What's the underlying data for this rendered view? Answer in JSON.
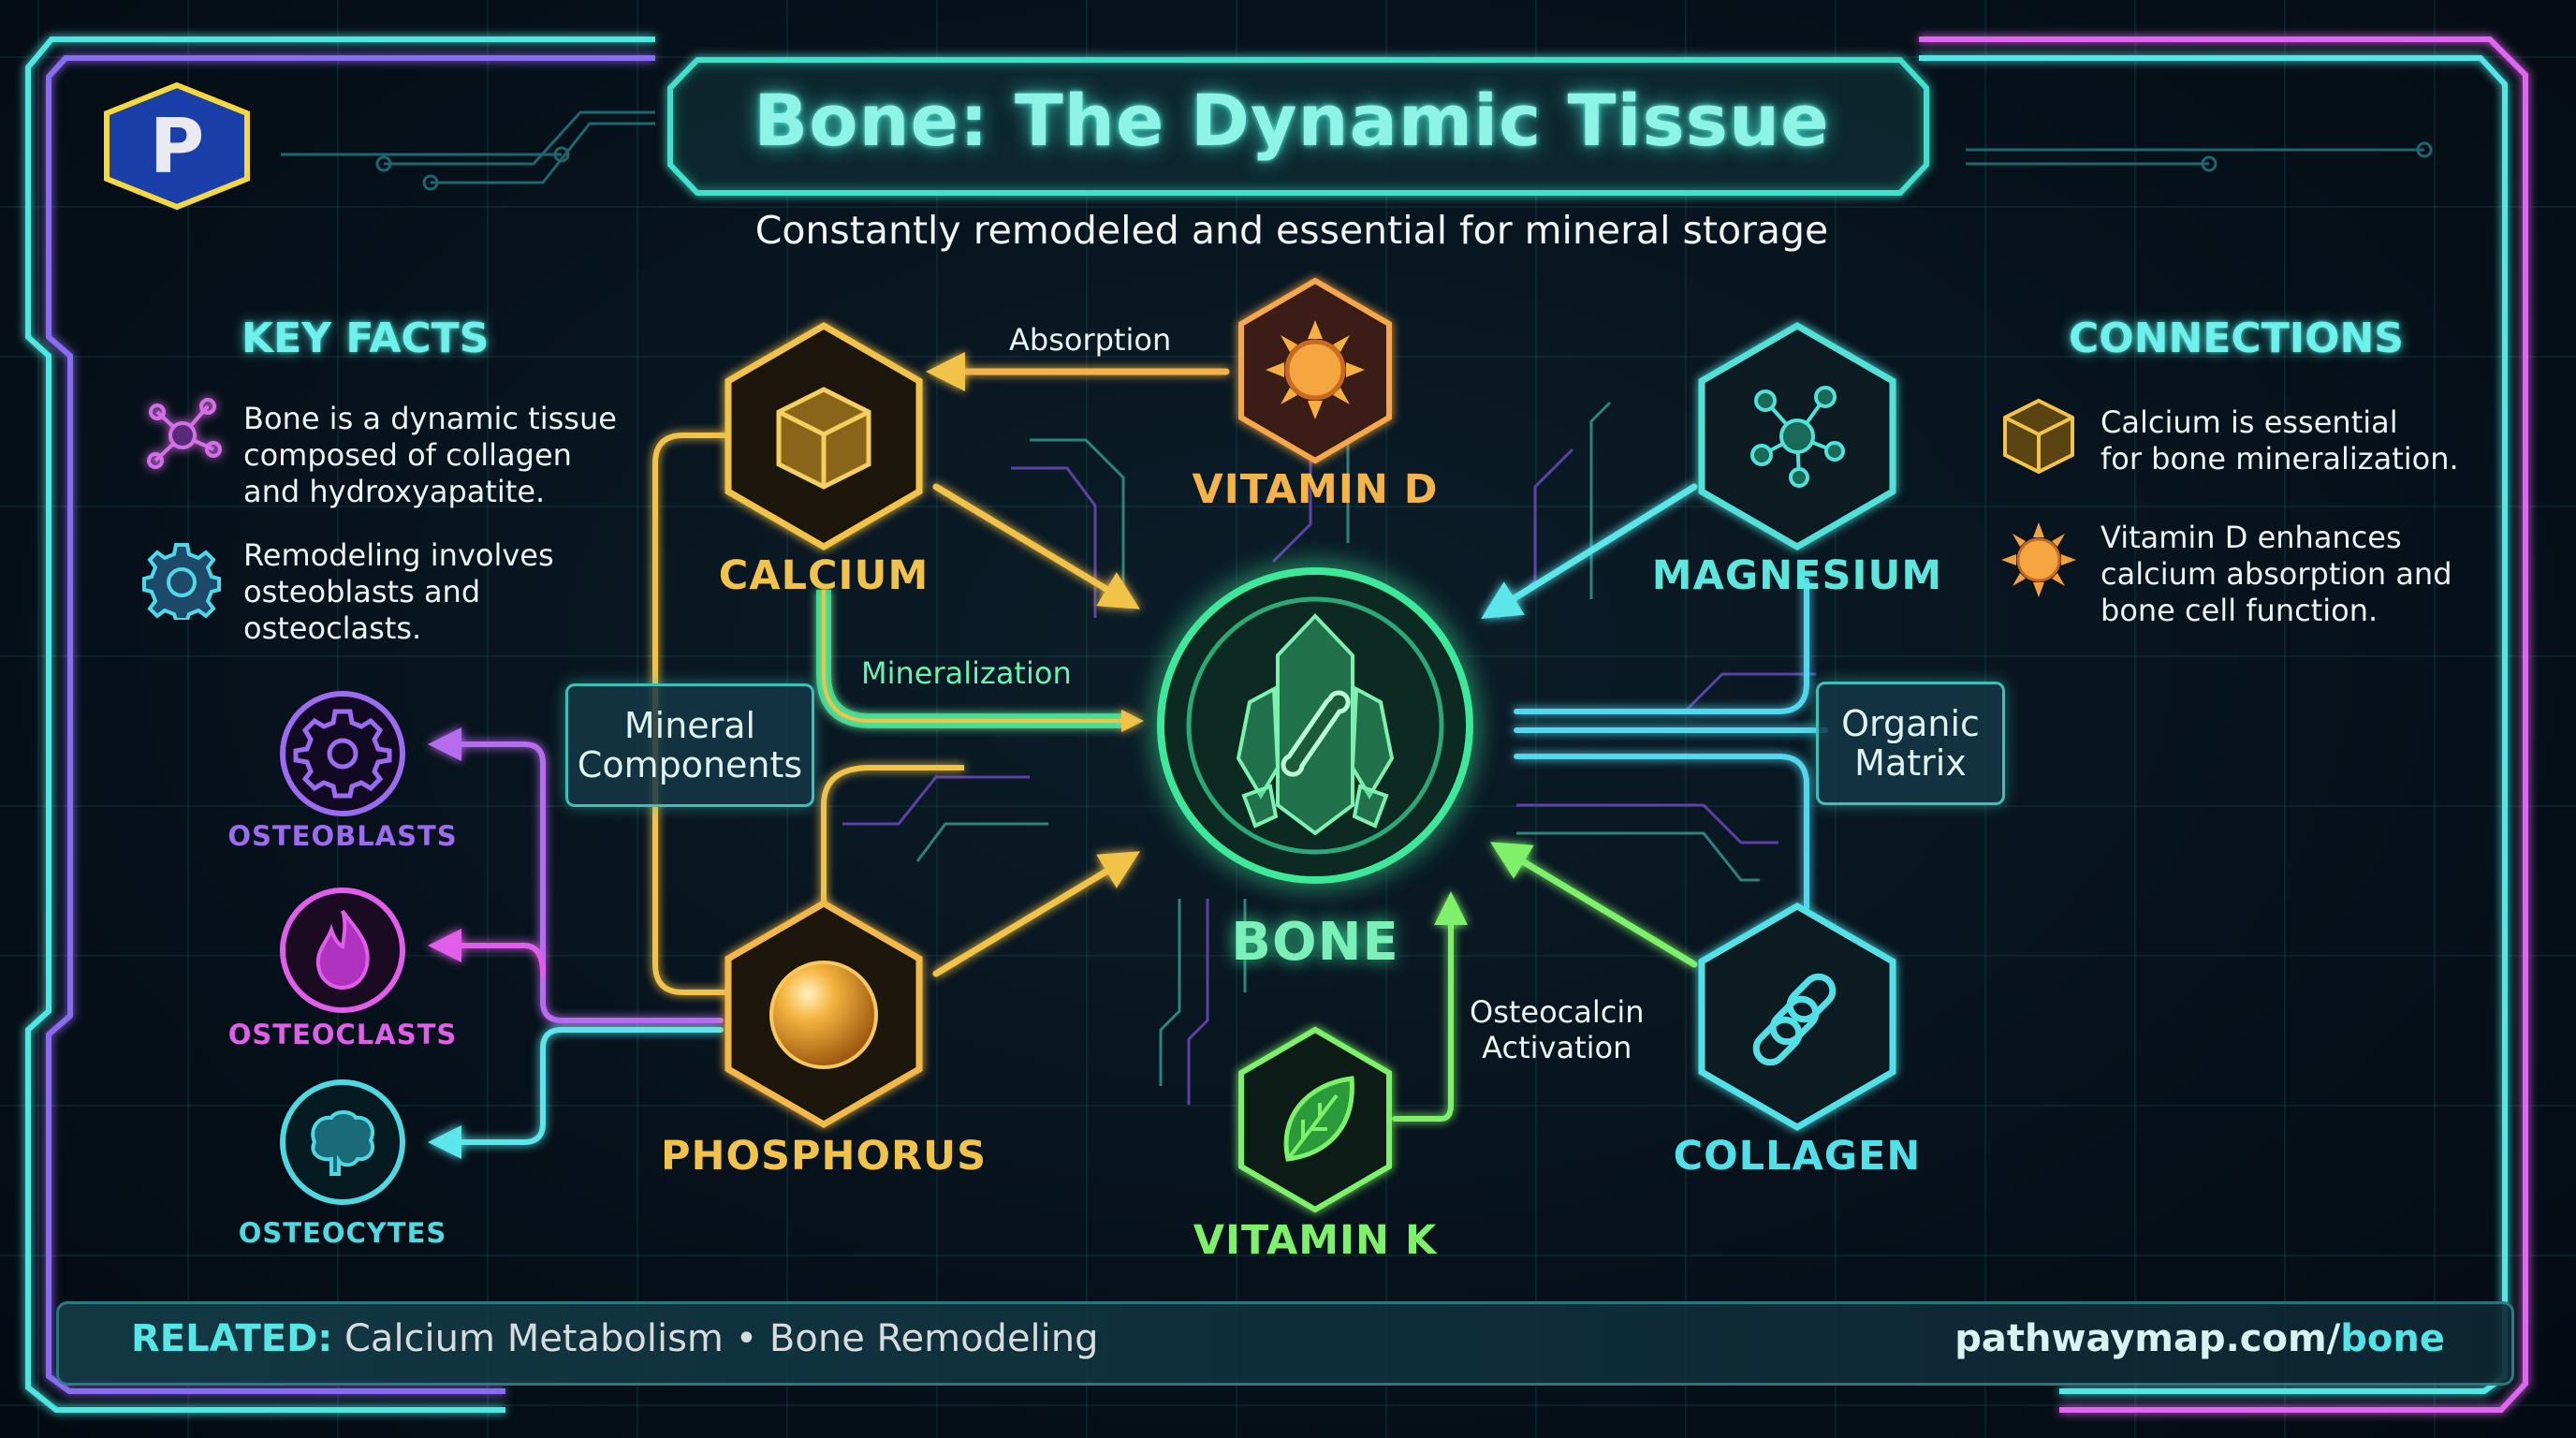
{
  "header": {
    "logo_letter": "P",
    "title": "Bone: The Dynamic Tissue",
    "subtitle": "Constantly remodeled and essential for mineral storage"
  },
  "key_facts": {
    "heading": "KEY FACTS",
    "items": [
      {
        "icon": "molecule-icon",
        "text_lines": [
          "Bone is a dynamic tissue",
          "composed of collagen",
          "and hydroxyapatite."
        ]
      },
      {
        "icon": "gear-icon",
        "text_lines": [
          "Remodeling involves",
          "osteoblasts and",
          "osteoclasts."
        ]
      }
    ]
  },
  "connections": {
    "heading": "CONNECTIONS",
    "items": [
      {
        "icon": "cube-icon",
        "text_lines": [
          "Calcium is essential",
          "for bone mineralization."
        ]
      },
      {
        "icon": "sun-icon",
        "text_lines": [
          "Vitamin D enhances",
          "calcium absorption and",
          "bone cell function."
        ]
      }
    ]
  },
  "cells": [
    {
      "label": "OSTEOBLASTS",
      "icon": "gear-icon",
      "color": "#9b6bf0"
    },
    {
      "label": "OSTEOCLASTS",
      "icon": "flame-icon",
      "color": "#e05ee8"
    },
    {
      "label": "OSTEOCYTES",
      "icon": "brain-icon",
      "color": "#4fd8e0"
    }
  ],
  "nodes": {
    "center": {
      "label": "BONE",
      "icon": "crystal-bone-icon",
      "color": "#4be89a"
    },
    "calcium": {
      "label": "CALCIUM",
      "icon": "cube-icon",
      "color": "#f2c34a"
    },
    "phosphorus": {
      "label": "PHOSPHORUS",
      "icon": "sphere-icon",
      "color": "#f2c34a"
    },
    "vitamin_d": {
      "label": "VITAMIN D",
      "icon": "sun-icon",
      "color": "#f5a84a"
    },
    "magnesium": {
      "label": "MAGNESIUM",
      "icon": "molecule-icon",
      "color": "#52e0d8"
    },
    "collagen": {
      "label": "COLLAGEN",
      "icon": "chain-icon",
      "color": "#52e0e6"
    },
    "vitamin_k": {
      "label": "VITAMIN K",
      "icon": "leaf-icon",
      "color": "#7ef06a"
    }
  },
  "tags": {
    "mineral_components": [
      "Mineral",
      "Components"
    ],
    "organic_matrix": [
      "Organic",
      "Matrix"
    ]
  },
  "flow_labels": {
    "absorption": "Absorption",
    "mineralization": "Mineralization",
    "osteocalcin": [
      "Osteocalcin",
      "Activation"
    ]
  },
  "footer": {
    "related_label": "RELATED:",
    "related_text": " Calcium Metabolism • Bone Remodeling",
    "url_main": "pathwaymap.com/",
    "url_path": "bone"
  },
  "colors": {
    "background": "#07121c",
    "accent_cyan": "#5cecea",
    "accent_purple": "#b05ef0",
    "accent_gold": "#f2c34a",
    "accent_green": "#4be89a"
  }
}
